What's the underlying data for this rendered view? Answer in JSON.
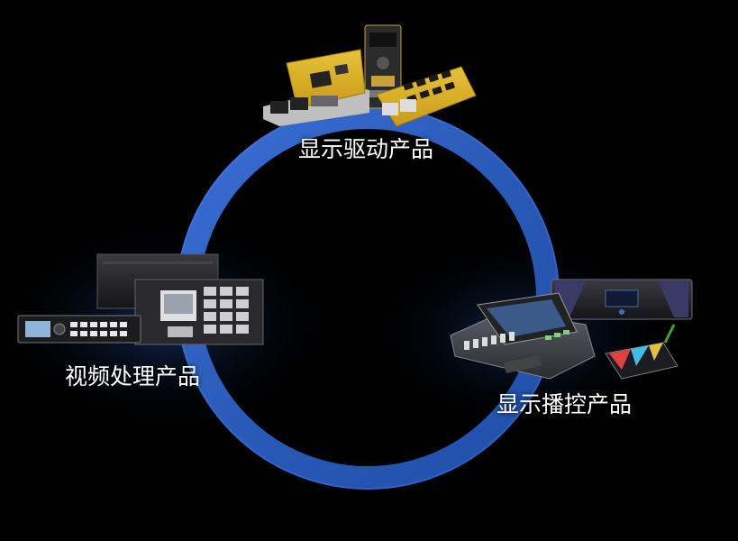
{
  "diagram": {
    "ring_color": "#2a5ab8",
    "ring_highlight": "#4f86ff",
    "background": "#000000",
    "products": [
      {
        "id": "drive",
        "label": "显示驱动产品",
        "icon": "pcb-cards-icon"
      },
      {
        "id": "video",
        "label": "视频处理产品",
        "icon": "video-processor-icon"
      },
      {
        "id": "play",
        "label": "显示播控产品",
        "icon": "control-console-icon"
      }
    ]
  }
}
